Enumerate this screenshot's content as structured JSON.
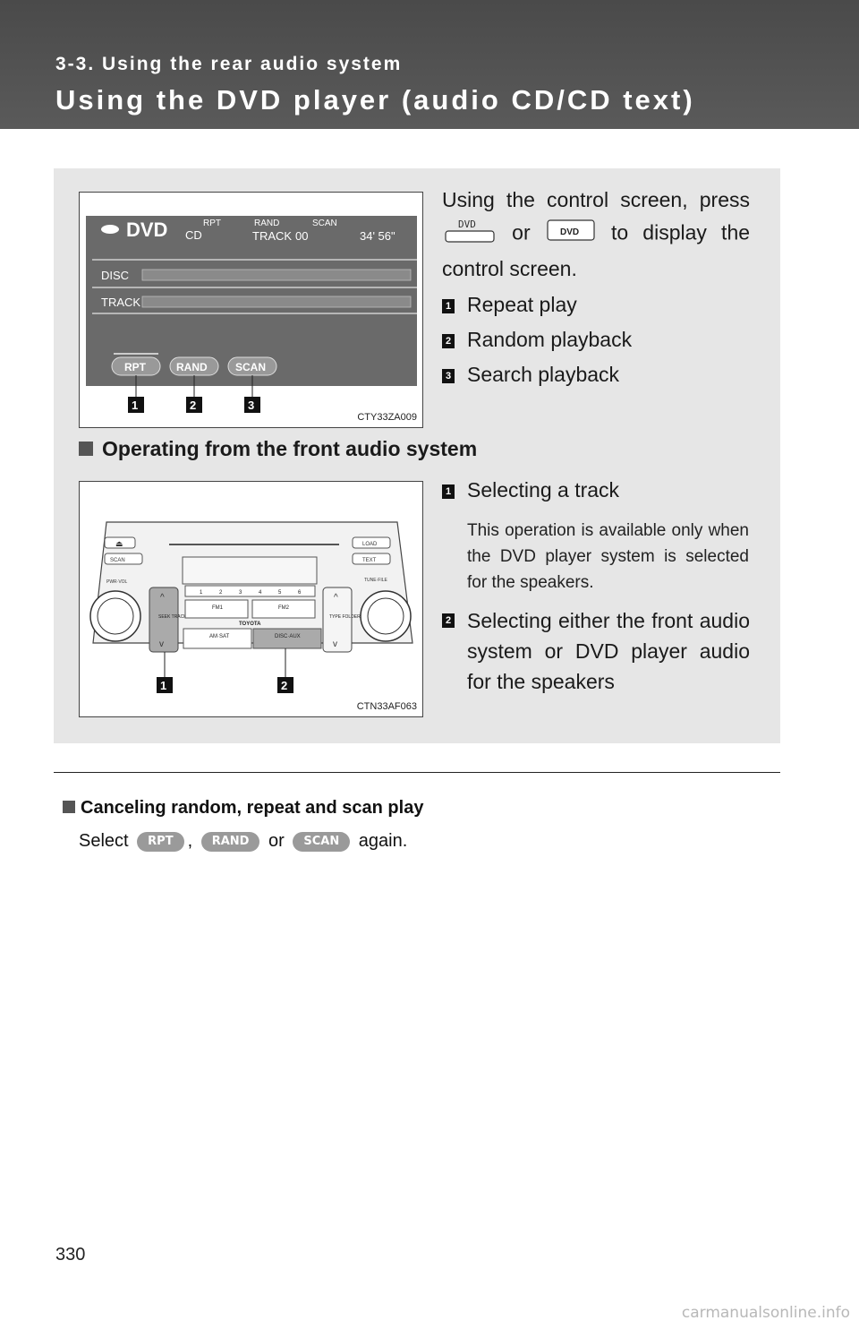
{
  "header": {
    "section": "3-3. Using the rear audio system",
    "title": "Using the DVD player (audio CD/CD text)"
  },
  "intro": {
    "part1": "Using the control screen, press",
    "or": "or",
    "part2": "to display the control screen.",
    "dvd_button_1": "DVD",
    "dvd_button_2": "DVD"
  },
  "figure1": {
    "code": "CTY33ZA009",
    "screen": {
      "logo": "DVD",
      "source": "CD",
      "rpt": "RPT",
      "rand": "RAND",
      "scan": "SCAN",
      "track": "TRACK",
      "track_num": "00",
      "time": "34' 56\"",
      "disc_row": "DISC",
      "track_row": "TRACK",
      "btn_rpt": "RPT",
      "btn_rand": "RAND",
      "btn_scan": "SCAN"
    },
    "callouts": [
      "1",
      "2",
      "3"
    ]
  },
  "items1": [
    {
      "num": "1",
      "text": "Repeat play"
    },
    {
      "num": "2",
      "text": "Random playback"
    },
    {
      "num": "3",
      "text": "Search playback"
    }
  ],
  "subhead": "Operating from the front audio system",
  "figure2": {
    "code": "CTN33AF063",
    "labels": {
      "load": "LOAD",
      "text": "TEXT",
      "scan": "SCAN",
      "pwr": "PWR·VOL",
      "tune": "TUNE·FILE",
      "seek": "SEEK TRACK",
      "type": "TYPE FOLDER",
      "fm1": "FM1",
      "fm2": "FM2",
      "am": "AM·SAT",
      "disc": "DISC·AUX",
      "brand": "TOYOTA",
      "presets": [
        "1",
        "2",
        "3",
        "4",
        "5",
        "6"
      ]
    },
    "callouts": [
      "1",
      "2"
    ]
  },
  "items2": [
    {
      "num": "1",
      "text": "Selecting a track"
    },
    {
      "num": "2",
      "text": "Selecting either the front audio system or DVD player audio for the speakers"
    }
  ],
  "note": "This operation is available only when the DVD player system is selected for the speakers.",
  "cancel": {
    "heading": "Canceling random, repeat and scan play",
    "select": "Select",
    "comma": ",",
    "or": "or",
    "again": "again.",
    "btn_rpt": "RPT",
    "btn_rand": "RAND",
    "btn_scan": "SCAN"
  },
  "page_number": "330",
  "watermark": "carmanualsonline.info"
}
